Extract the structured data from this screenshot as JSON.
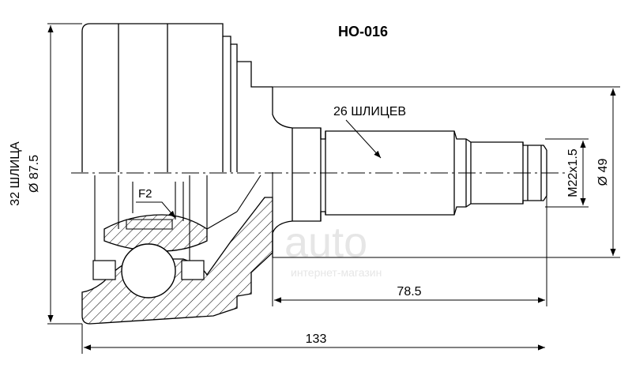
{
  "title": "HO-016",
  "labels": {
    "outer_splines": "32 ШЛИЦА",
    "outer_diameter": "Ø 87.5",
    "inner_splines": "26 ШЛИЦЕВ",
    "thread": "M22x1.5",
    "shaft_diameter": "Ø 49",
    "shaft_length": "78.5",
    "total_length": "133",
    "detail": "F2"
  },
  "watermark": {
    "text": "auto",
    "subtext": "интернет-магазин"
  },
  "colors": {
    "line": "#000000",
    "hatch": "#000000",
    "watermark": "#e6e6e6"
  }
}
